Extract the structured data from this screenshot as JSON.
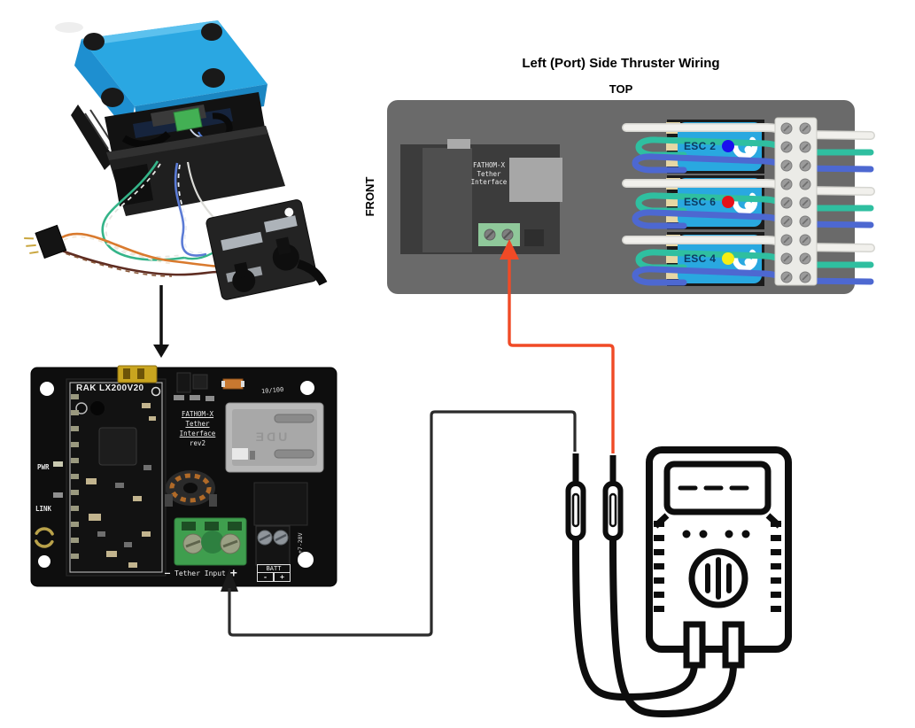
{
  "diagram": {
    "title": "Left (Port) Side Thruster Wiring",
    "top_label": "TOP",
    "front_label": "FRONT",
    "board_label": "FATHOM-X\nTether\nInterface",
    "esc_modules": [
      {
        "label": "ESC 2",
        "dot_color": "#1a10ee"
      },
      {
        "label": "ESC 6",
        "dot_color": "#e51019"
      },
      {
        "label": "ESC 4",
        "dot_color": "#f5ee14"
      }
    ],
    "wire_rows_per_esc": [
      "white",
      "green",
      "blue"
    ],
    "terminal_strip_rows": 9
  },
  "pcb": {
    "module_label": "RAK LX200V20",
    "board_name": [
      "FATHOM-X",
      "Tether",
      "Interface",
      "rev2"
    ],
    "ethernet_label": "10/100",
    "rj45_emboss": "UDE",
    "pwr_label": "PWR",
    "link_label": "LINK",
    "tether_minus": "—",
    "tether_input_label": "Tether Input",
    "tether_plus": "+",
    "batt_label": "BATT",
    "batt_minus": "-",
    "batt_plus": "+",
    "voltage_label": "+7-28V"
  },
  "icons": {
    "multimeter": "line-art digital multimeter with dial, display and two probes",
    "black_probe": "black test lead probe",
    "red_probe": "red test lead probe",
    "down_arrow": "black arrow from enclosure photo to PCB",
    "black_up_arrow": "black arrow pointing at Tether Input + terminal",
    "orange_up_arrow": "orange arrow pointing at diagram tether terminal"
  },
  "colors": {
    "panel_gray": "#6a6a6a",
    "board_dark": "#3c3c3c",
    "board_mid": "#4f4f4f",
    "gray_block": "#a7a7a7",
    "green_terminal": "#8fc89a",
    "esc_blue": "#29a8e0",
    "esc_backing": "#1b1b1b",
    "esc_text": "#0c3a62",
    "wire_white": "#f1f0ec",
    "wire_white_edge": "#d5d5d0",
    "wire_green": "#2fbfa0",
    "wire_blue": "#4d68d1",
    "tan_block": "#e7d7a4",
    "strip_bg": "#ebebe7",
    "strip_screw": "#9b9b9b",
    "orange_wire": "#f04a26",
    "lead_black": "#2b2b2b",
    "icon_black": "#0d0d0d",
    "pcb_black": "#0e0e0e",
    "pcb_green": "#3f9e4e",
    "photo_blue": "#2aa7e2"
  }
}
